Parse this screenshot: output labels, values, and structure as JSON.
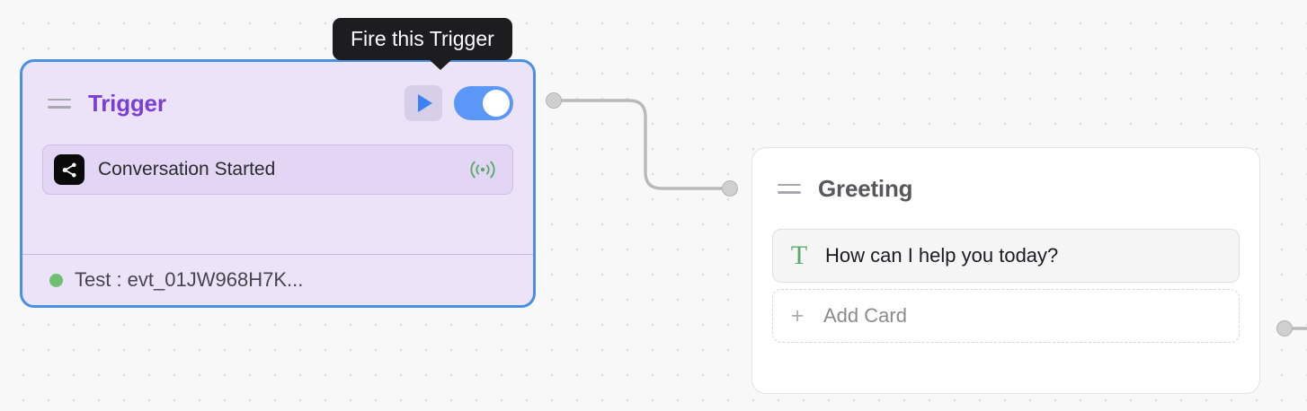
{
  "canvas": {
    "background_color": "#f8f8f8",
    "dot_color": "#dedede"
  },
  "tooltip": {
    "text": "Fire this Trigger",
    "background_color": "#1d1d1f",
    "text_color": "#ffffff"
  },
  "trigger_node": {
    "title": "Trigger",
    "title_color": "#7a3fd4",
    "border_color": "#4a90e2",
    "fill_color": "#ece3f9",
    "drag_handle_icon": "drag-handle-icon",
    "play_button": {
      "icon": "play-icon",
      "color": "#3b82f6"
    },
    "toggle": {
      "state": "on",
      "color": "#5b97f7"
    },
    "event_row": {
      "app_icon": "share-icon",
      "label": "Conversation Started",
      "status_icon": "broadcast-icon",
      "status_icon_color": "#5aa96b"
    },
    "footer": {
      "status_dot_color": "#6fbf73",
      "text": "Test : evt_01JW968H7K..."
    }
  },
  "greeting_node": {
    "title": "Greeting",
    "title_color": "#58585c",
    "border_color": "#e3e3e3",
    "fill_color": "#ffffff",
    "drag_handle_icon": "drag-handle-icon",
    "cards": [
      {
        "icon": "text-card-icon",
        "icon_glyph": "T",
        "icon_color": "#5aa96b",
        "text": "How can I help you today?"
      }
    ],
    "add_card": {
      "icon": "plus-icon",
      "label": "Add Card"
    }
  },
  "edges": {
    "handle_fill": "#cfcfcf",
    "handle_border": "#b4b4b4",
    "line_color": "#b9b9b9"
  }
}
